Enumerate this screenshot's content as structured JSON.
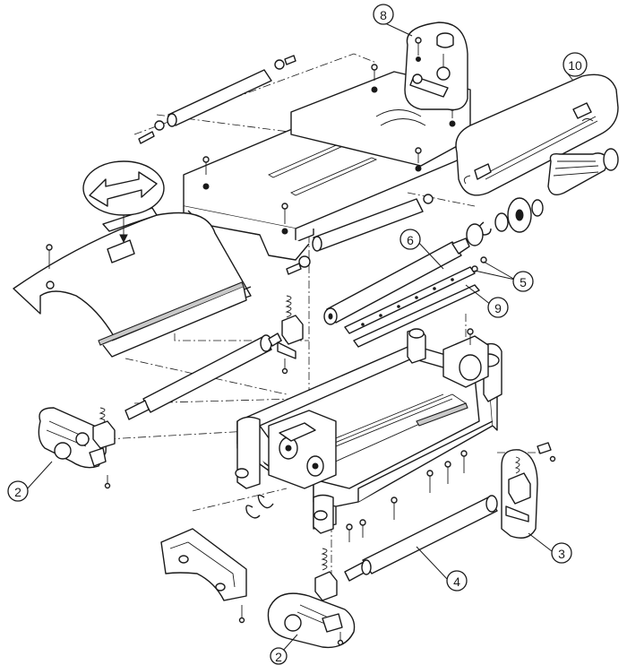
{
  "callouts": [
    {
      "id": "c2a",
      "label": "2"
    },
    {
      "id": "c2b",
      "label": "2"
    },
    {
      "id": "c3",
      "label": "3"
    },
    {
      "id": "c4",
      "label": "4"
    },
    {
      "id": "c5",
      "label": "5"
    },
    {
      "id": "c6",
      "label": "6"
    },
    {
      "id": "c8",
      "label": "8"
    },
    {
      "id": "c9",
      "label": "9"
    },
    {
      "id": "c10",
      "label": "10"
    }
  ],
  "colors": {
    "line": "#1a1a1a",
    "background": "#ffffff",
    "shade": "#c9c9c9"
  }
}
